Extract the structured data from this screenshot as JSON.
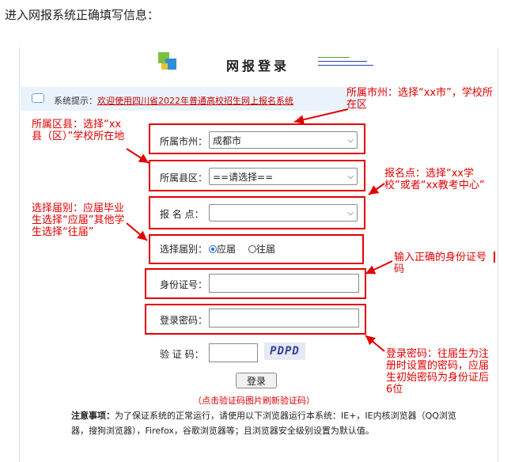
{
  "intro": "进入网报系统正确填写信息：",
  "header": {
    "title": "网报登录"
  },
  "notice": {
    "prefix": "系统提示：",
    "link": "欢迎使用四川省2022年普通高校招生网上报名系统"
  },
  "form": {
    "city_label": "所属市州：",
    "city_value": "成都市",
    "county_label": "所属县区：",
    "county_value": "==请选择==",
    "site_label": "报 名 点：",
    "site_value": "",
    "class_label": "选择届别：",
    "class_option_current": "应届",
    "class_option_past": "往届",
    "id_label": "身份证号：",
    "id_value": "",
    "pwd_label": "登录密码：",
    "pwd_value": "",
    "captcha_label": "验 证 码：",
    "captcha_value": "",
    "captcha_image_text": "PDPD",
    "login_button": "登录",
    "refresh_hint": "（点击验证码图片刷新验证码）"
  },
  "note": {
    "label": "注意事项：",
    "text": "为了保证系统的正常运行，请使用以下浏览器运行本系统：IE+，IE内核浏览器（QQ浏览器，搜狗浏览器），Firefox，谷歌浏览器等；且浏览器安全级别设置为默认值。"
  },
  "annotations": {
    "city": "所属市州：选择“xx市”，学校所在区",
    "county": "所属区县：选择“xx县（区）”学校所在地",
    "site": "报名点：选择“xx学校”或者“xx教考中心”",
    "class": "选择届别：应届毕业生选择“应届”其他学生选择“往届”",
    "id": "输入正确的身份证号码",
    "pwd": "登录密码：往届生为注册时设置的密码，应届生初始密码为身份证后6位"
  },
  "colors": {
    "annotation_red": "#e10000",
    "notice_bg": "#eaf3fb",
    "link_red": "#cc0000"
  }
}
